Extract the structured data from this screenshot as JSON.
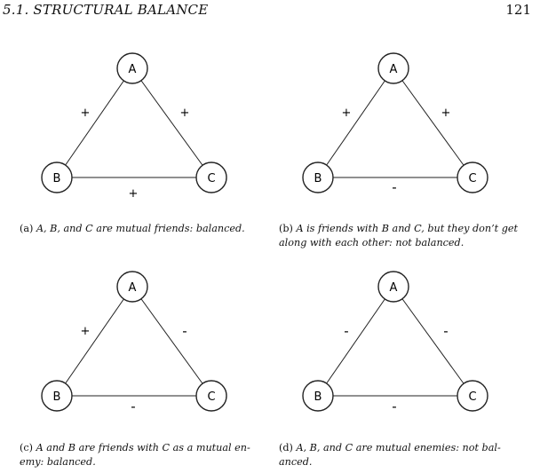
{
  "header": {
    "section": "5.1.  STRUCTURAL BALANCE",
    "page_number": "121"
  },
  "figures": [
    {
      "id": "a",
      "nodes": [
        "A",
        "B",
        "C"
      ],
      "edges": {
        "AB": "+",
        "AC": "+",
        "BC": "+"
      },
      "caption_label": "(a)",
      "caption_lines": [
        "A, B, and C are mutual friends: balanced."
      ]
    },
    {
      "id": "b",
      "nodes": [
        "A",
        "B",
        "C"
      ],
      "edges": {
        "AB": "+",
        "AC": "+",
        "BC": "-"
      },
      "caption_label": "(b)",
      "caption_lines": [
        "A is friends with B and C, but they don’t get",
        "along with each other: not balanced."
      ]
    },
    {
      "id": "c",
      "nodes": [
        "A",
        "B",
        "C"
      ],
      "edges": {
        "AB": "+",
        "AC": "-",
        "BC": "-"
      },
      "caption_label": "(c)",
      "caption_lines": [
        "A and B are friends with C as a mutual en-",
        "emy: balanced."
      ]
    },
    {
      "id": "d",
      "nodes": [
        "A",
        "B",
        "C"
      ],
      "edges": {
        "AB": "-",
        "AC": "-",
        "BC": "-"
      },
      "caption_label": "(d)",
      "caption_lines": [
        "A, B, and C are mutual enemies: not bal-",
        "anced."
      ]
    }
  ]
}
